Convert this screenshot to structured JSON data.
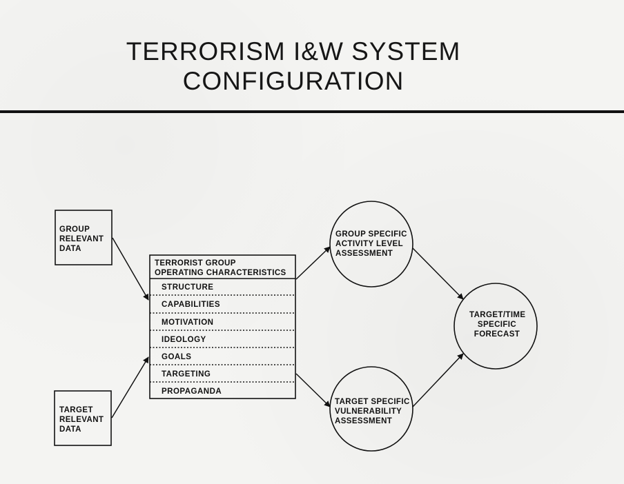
{
  "title": {
    "line1": "TERRORISM I&W SYSTEM",
    "line2": "CONFIGURATION"
  },
  "inputs": {
    "group_data": [
      "GROUP",
      "RELEVANT",
      "DATA"
    ],
    "target_data": [
      "TARGET",
      "RELEVANT",
      "DATA"
    ]
  },
  "characteristics": {
    "heading": [
      "TERRORIST GROUP",
      "OPERATING CHARACTERISTICS"
    ],
    "items": [
      "STRUCTURE",
      "CAPABILITIES",
      "MOTIVATION",
      "IDEOLOGY",
      "GOALS",
      "TARGETING",
      "PROPAGANDA"
    ]
  },
  "assessments": {
    "group_activity": [
      "GROUP SPECIFIC",
      "ACTIVITY LEVEL",
      "ASSESSMENT"
    ],
    "target_vulnerability": [
      "TARGET SPECIFIC",
      "VULNERABILITY",
      "ASSESSMENT"
    ]
  },
  "forecast": [
    "TARGET/TIME",
    "SPECIFIC",
    "FORECAST"
  ]
}
